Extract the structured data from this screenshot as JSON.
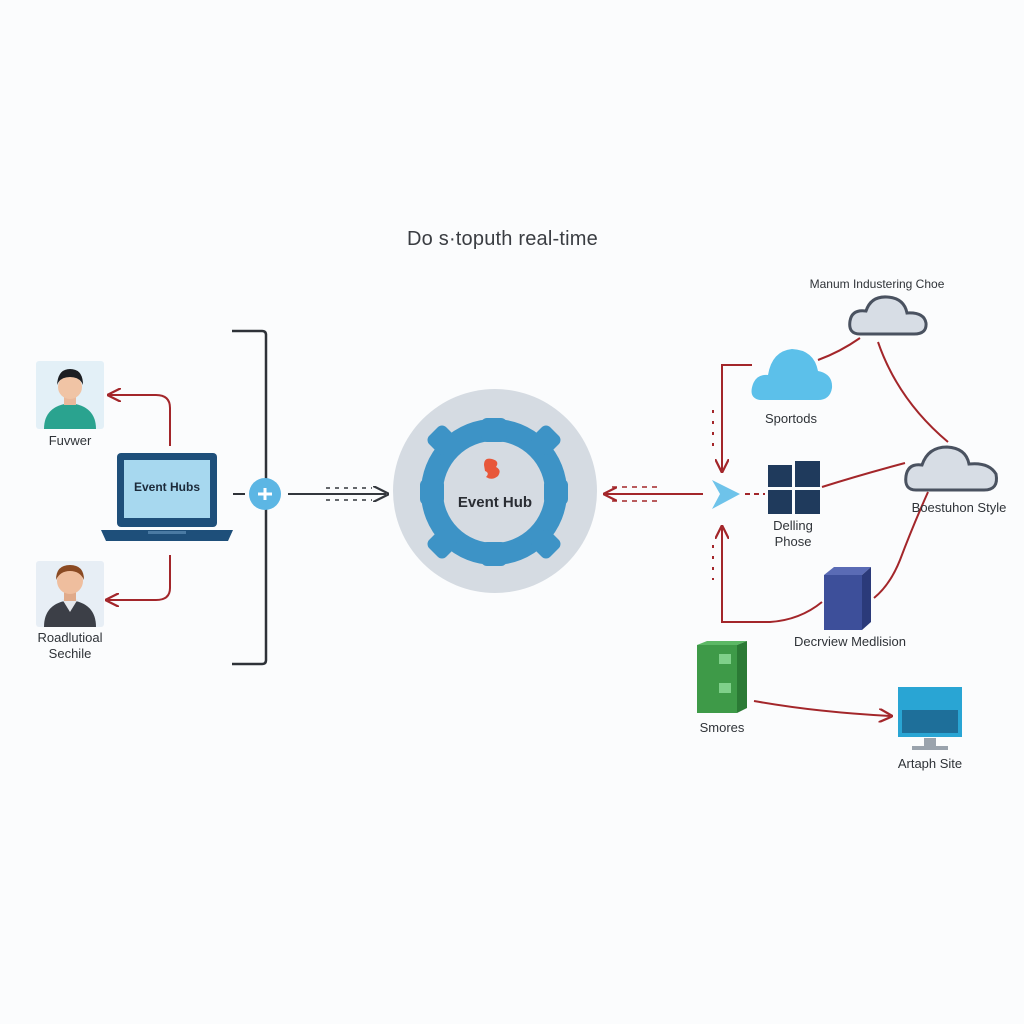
{
  "diagram": {
    "title": "Do s·toputh real-time",
    "hub": {
      "label": "Event Hub"
    },
    "laptop": {
      "screen_text": "Event Hubs"
    },
    "users": [
      {
        "label": "Fuvwer"
      },
      {
        "label_line1": "Roadlutioal",
        "label_line2": "Sechile"
      }
    ],
    "sources": {
      "top_cloud": "Manum Industering Choe",
      "blue_cloud": "Sportods",
      "windows": {
        "line1": "Delling",
        "line2": "Phose"
      },
      "right_cloud": "Boestuhon Style",
      "server": "Decrview Medlision",
      "storage": "Smores",
      "monitor": "Artaph Site"
    },
    "colors": {
      "arrow_red": "#a3262a",
      "hub_blue": "#3d93c6",
      "hub_circle": "#d5dbe2",
      "laptop_frame": "#1e4f7a",
      "windows_navy": "#1f3a5c",
      "server_blue": "#3d4f9a",
      "storage_green": "#3e9a48",
      "cloud_grey": "#4a5260"
    }
  }
}
